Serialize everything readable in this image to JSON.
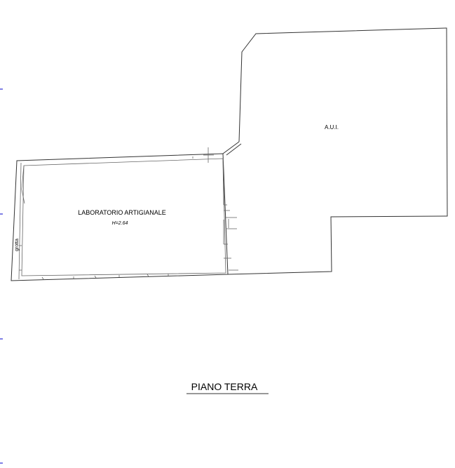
{
  "plan": {
    "rooms": [
      {
        "name": "LABORATORIO ARTIGIANALE",
        "height_label": "H=2.64"
      },
      {
        "name": "A.U.I."
      }
    ],
    "side_note": "grotta",
    "floor_title": "PIANO TERRA"
  },
  "colors": {
    "lines": "#333333",
    "margin_marks": "#0000cc"
  }
}
